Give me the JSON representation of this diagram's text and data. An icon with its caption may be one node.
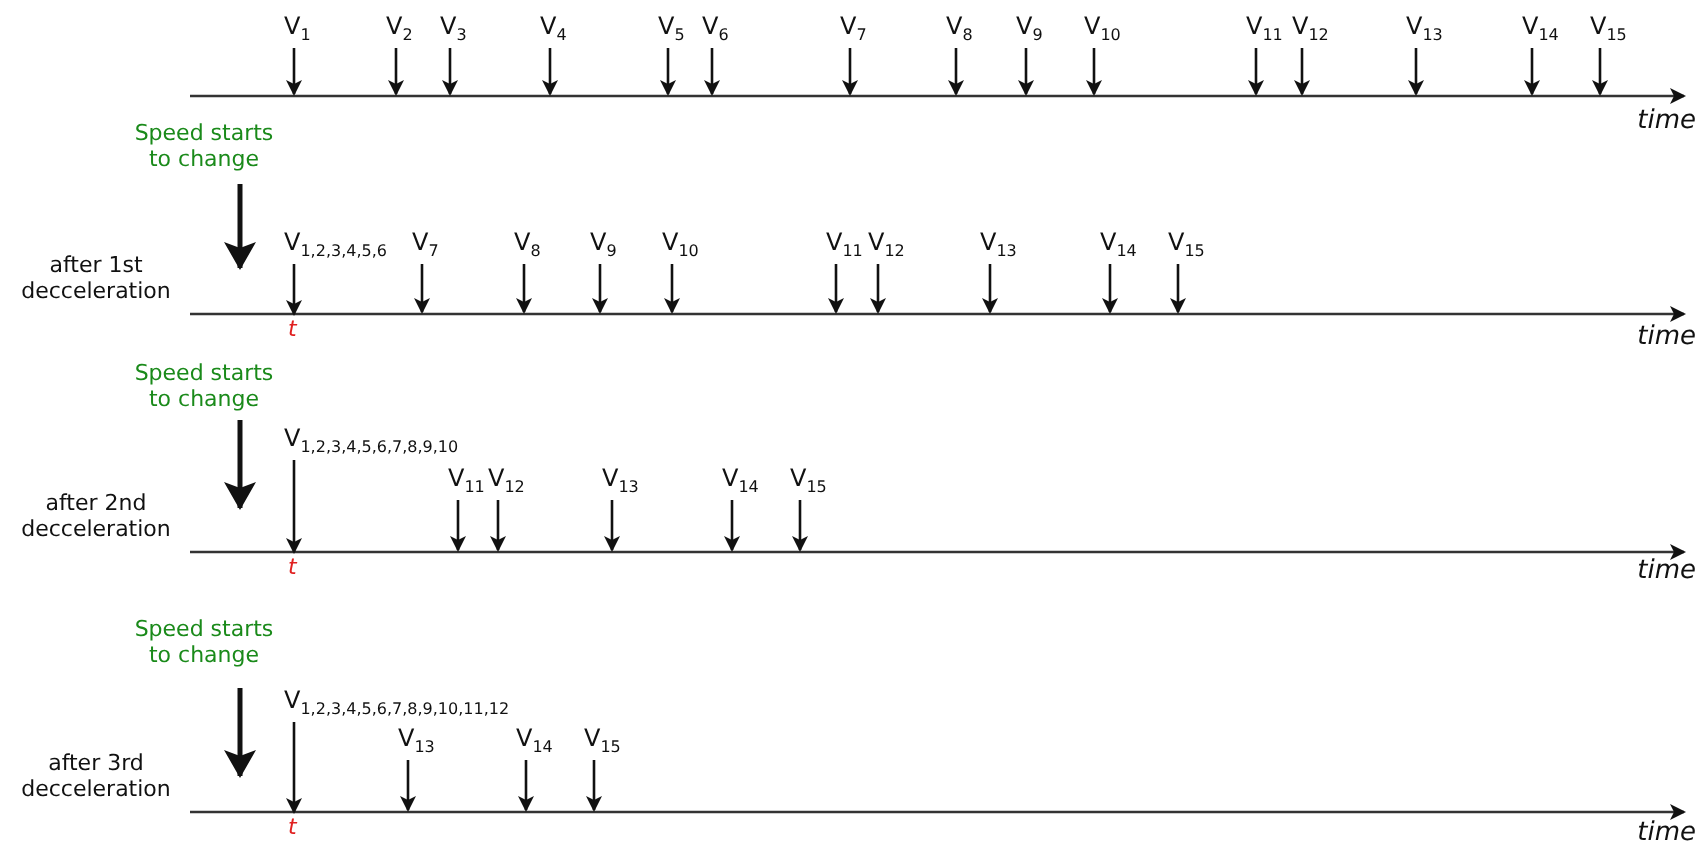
{
  "diagram": {
    "nodes": [
      {
        "text": [
          "V$_{1}$"
        ]
      },
      {
        "text": [
          "V$_{2}$"
        ]
      },
      {
        "text": [
          "V$_{3}$"
        ]
      },
      {
        "text": [
          "V$_{4}$"
        ]
      },
      {
        "text": [
          "V$_{5}$"
        ]
      },
      {
        "text": [
          "V$_{6}$"
        ]
      },
      {
        "text": [
          "V$_{7}$"
        ]
      },
      {
        "text": [
          "V$_{8}$"
        ]
      },
      {
        "text": [
          "V$_{9}$"
        ]
      },
      {
        "text": [
          "V$_{10}$"
        ]
      },
      {
        "text": [
          "V$_{11}$"
        ]
      },
      {
        "text": [
          "V$_{12}$"
        ]
      },
      {
        "text": [
          "V$_{13}$"
        ]
      },
      {
        "text": [
          "V$_{14}$"
        ]
      },
      {
        "text": [
          "V$_{15}$"
        ]
      },
      {
        "text": [
          "V$_{1,2,3,4,5,6}$"
        ]
      },
      {
        "text": [
          "V$_{7}$"
        ]
      },
      {
        "text": [
          "V$_{8}$"
        ]
      },
      {
        "text": [
          "V$_{9}$"
        ]
      },
      {
        "text": [
          "V$_{10}$"
        ]
      },
      {
        "text": [
          "V$_{11}$"
        ]
      },
      {
        "text": [
          "V$_{12}$"
        ]
      },
      {
        "text": [
          "V$_{13}$"
        ]
      },
      {
        "text": [
          "V$_{14}$"
        ]
      },
      {
        "text": [
          "V$_{15}$"
        ]
      },
      {
        "text": [
          "V$_{1,2,3,4,5,6,7,8,9,10}$"
        ]
      },
      {
        "text": [
          "V$_{11}$"
        ]
      },
      {
        "text": [
          "V$_{12}$"
        ]
      },
      {
        "text": [
          "V$_{13}$"
        ]
      },
      {
        "text": [
          "V$_{14}$"
        ]
      },
      {
        "text": [
          "V$_{15}$"
        ]
      },
      {
        "text": [
          "V$_{1,2,3,4,5,6,7,8,9,10,11,12}$"
        ]
      },
      {
        "text": [
          "V$_{13}$"
        ]
      },
      {
        "text": [
          "V$_{14}$"
        ]
      },
      {
        "text": [
          "V$_{15}$"
        ]
      },
      {
        "text": [
          "t"
        ]
      },
      {
        "text": [
          "t"
        ]
      },
      {
        "text": [
          "t"
        ]
      }
    ],
    "edges": [
      {
        "from": 0,
        "to": null,
        "arrow": "to"
      },
      {
        "from": 1,
        "to": null,
        "arrow": "to"
      },
      {
        "from": 2,
        "to": null,
        "arrow": "to"
      },
      {
        "from": 3,
        "to": null,
        "arrow": "to"
      },
      {
        "from": 4,
        "to": null,
        "arrow": "to"
      },
      {
        "from": 5,
        "to": null,
        "arrow": "to"
      },
      {
        "from": 6,
        "to": null,
        "arrow": "to"
      },
      {
        "from": 7,
        "to": null,
        "arrow": "to"
      },
      {
        "from": 8,
        "to": null,
        "arrow": "to"
      },
      {
        "from": 9,
        "to": null,
        "arrow": "to"
      },
      {
        "from": 10,
        "to": null,
        "arrow": "to"
      },
      {
        "from": 11,
        "to": null,
        "arrow": "to"
      },
      {
        "from": 12,
        "to": null,
        "arrow": "to"
      },
      {
        "from": 13,
        "to": null,
        "arrow": "to"
      },
      {
        "from": 14,
        "to": null,
        "arrow": "to"
      },
      {
        "from": 15,
        "to": 35,
        "arrow": "to"
      },
      {
        "from": 16,
        "to": null,
        "arrow": "to"
      },
      {
        "from": 17,
        "to": null,
        "arrow": "to"
      },
      {
        "from": 18,
        "to": null,
        "arrow": "to"
      },
      {
        "from": 19,
        "to": null,
        "arrow": "to"
      },
      {
        "from": 20,
        "to": null,
        "arrow": "to"
      },
      {
        "from": 21,
        "to": null,
        "arrow": "to"
      },
      {
        "from": 22,
        "to": null,
        "arrow": "to"
      },
      {
        "from": 23,
        "to": null,
        "arrow": "to"
      },
      {
        "from": 24,
        "to": null,
        "arrow": "to"
      },
      {
        "from": 25,
        "to": 36,
        "arrow": "to"
      },
      {
        "from": 26,
        "to": null,
        "arrow": "to"
      },
      {
        "from": 27,
        "to": null,
        "arrow": "to"
      },
      {
        "from": 28,
        "to": null,
        "arrow": "to"
      },
      {
        "from": 29,
        "to": null,
        "arrow": "to"
      },
      {
        "from": 30,
        "to": null,
        "arrow": "to"
      },
      {
        "from": 31,
        "to": 37,
        "arrow": "to"
      },
      {
        "from": 32,
        "to": null,
        "arrow": "to"
      },
      {
        "from": 33,
        "to": null,
        "arrow": "to"
      },
      {
        "from": 34,
        "to": null,
        "arrow": "to"
      }
    ],
    "labels": [
      "time",
      "Speed starts to change",
      "after 1st decceleration",
      "time",
      "Speed starts to change",
      "after 2nd decceleration",
      "time",
      "Speed starts to change",
      "after 3rd decceleration",
      "time"
    ]
  }
}
